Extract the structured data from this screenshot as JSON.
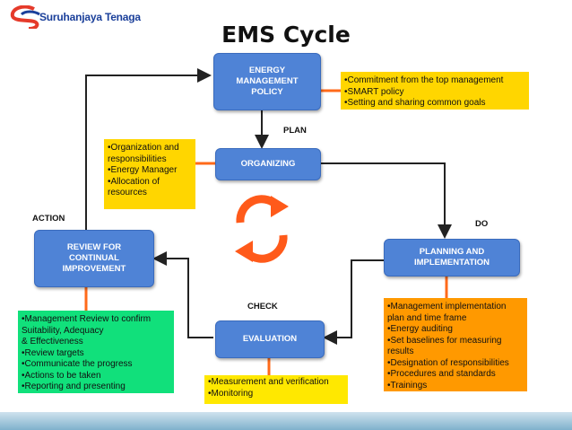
{
  "logo": {
    "text": "Suruhanjaya Tenaga",
    "icon": "suruhanjaya-tenaga-logo"
  },
  "title": "EMS Cycle",
  "nodes": {
    "policy": "ENERGY\nMANAGEMENT\nPOLICY",
    "organizing": "ORGANIZING",
    "planning": "PLANNING AND\nIMPLEMENTATION",
    "evaluation": "EVALUATION",
    "review": "REVIEW FOR\nCONTINUAL\nIMPROVEMENT"
  },
  "stages": {
    "plan": "PLAN",
    "do": "DO",
    "check": "CHECK",
    "action": "ACTION"
  },
  "boxes": {
    "policy": [
      "•Commitment from the top management",
      "•SMART policy",
      "•Setting and sharing common goals"
    ],
    "organizing": [
      "•Organization and\n  responsibilities",
      "•Energy Manager",
      "•Allocation of\n  resources"
    ],
    "planning": [
      "•Management implementation\n  plan and time frame",
      "•Energy auditing",
      "•Set baselines for measuring\nresults",
      "•Designation of responsibilities",
      "•Procedures and standards",
      "•Trainings"
    ],
    "evaluation": [
      "•Measurement and verification",
      "•Monitoring"
    ],
    "review": [
      "•Management Review to confirm\nSuitability, Adequacy\n & Effectiveness",
      "•Review targets",
      "•Communicate the progress",
      "•Actions to be taken",
      "•Reporting and presenting"
    ]
  },
  "colors": {
    "node": "#4f83d6",
    "connector": "#ff6a1a",
    "arrow": "#222222",
    "cycle_icon": "#ff5a1a"
  }
}
